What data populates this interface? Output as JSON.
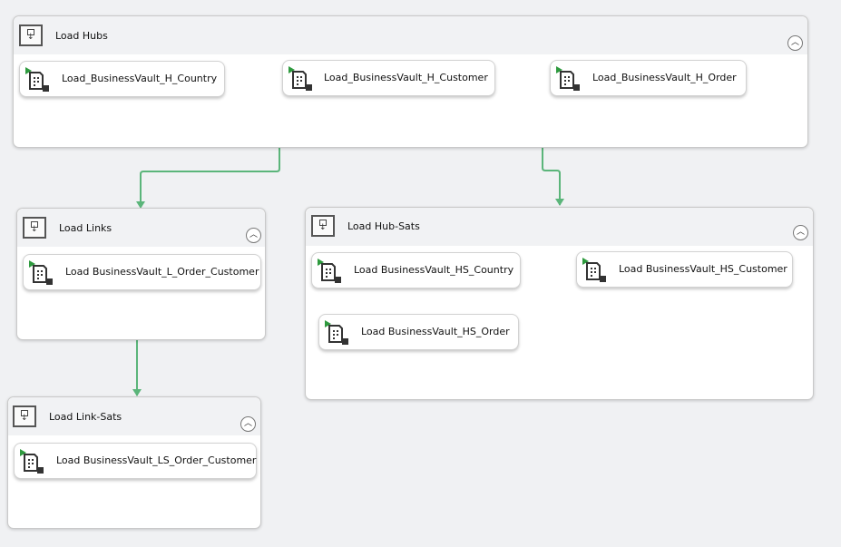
{
  "colors": {
    "connector": "#5bb57a",
    "play_triangle": "#2e9a3e"
  },
  "containers": {
    "hubs": {
      "title": "Load Hubs",
      "tasks": [
        "Load_BusinessVault_H_Country",
        "Load_BusinessVault_H_Customer",
        "Load_BusinessVault_H_Order"
      ]
    },
    "links": {
      "title": "Load Links",
      "tasks": [
        "Load BusinessVault_L_Order_Customer"
      ]
    },
    "hubsats": {
      "title": "Load Hub-Sats",
      "tasks": [
        "Load BusinessVault_HS_Country",
        "Load BusinessVault_HS_Customer",
        "Load BusinessVault_HS_Order"
      ]
    },
    "linksats": {
      "title": "Load Link-Sats",
      "tasks": [
        "Load BusinessVault_LS_Order_Customer"
      ]
    }
  },
  "icons": {
    "container": "sequence-container-icon",
    "task": "execute-package-task-icon",
    "collapse": "collapse-chevron-icon"
  }
}
